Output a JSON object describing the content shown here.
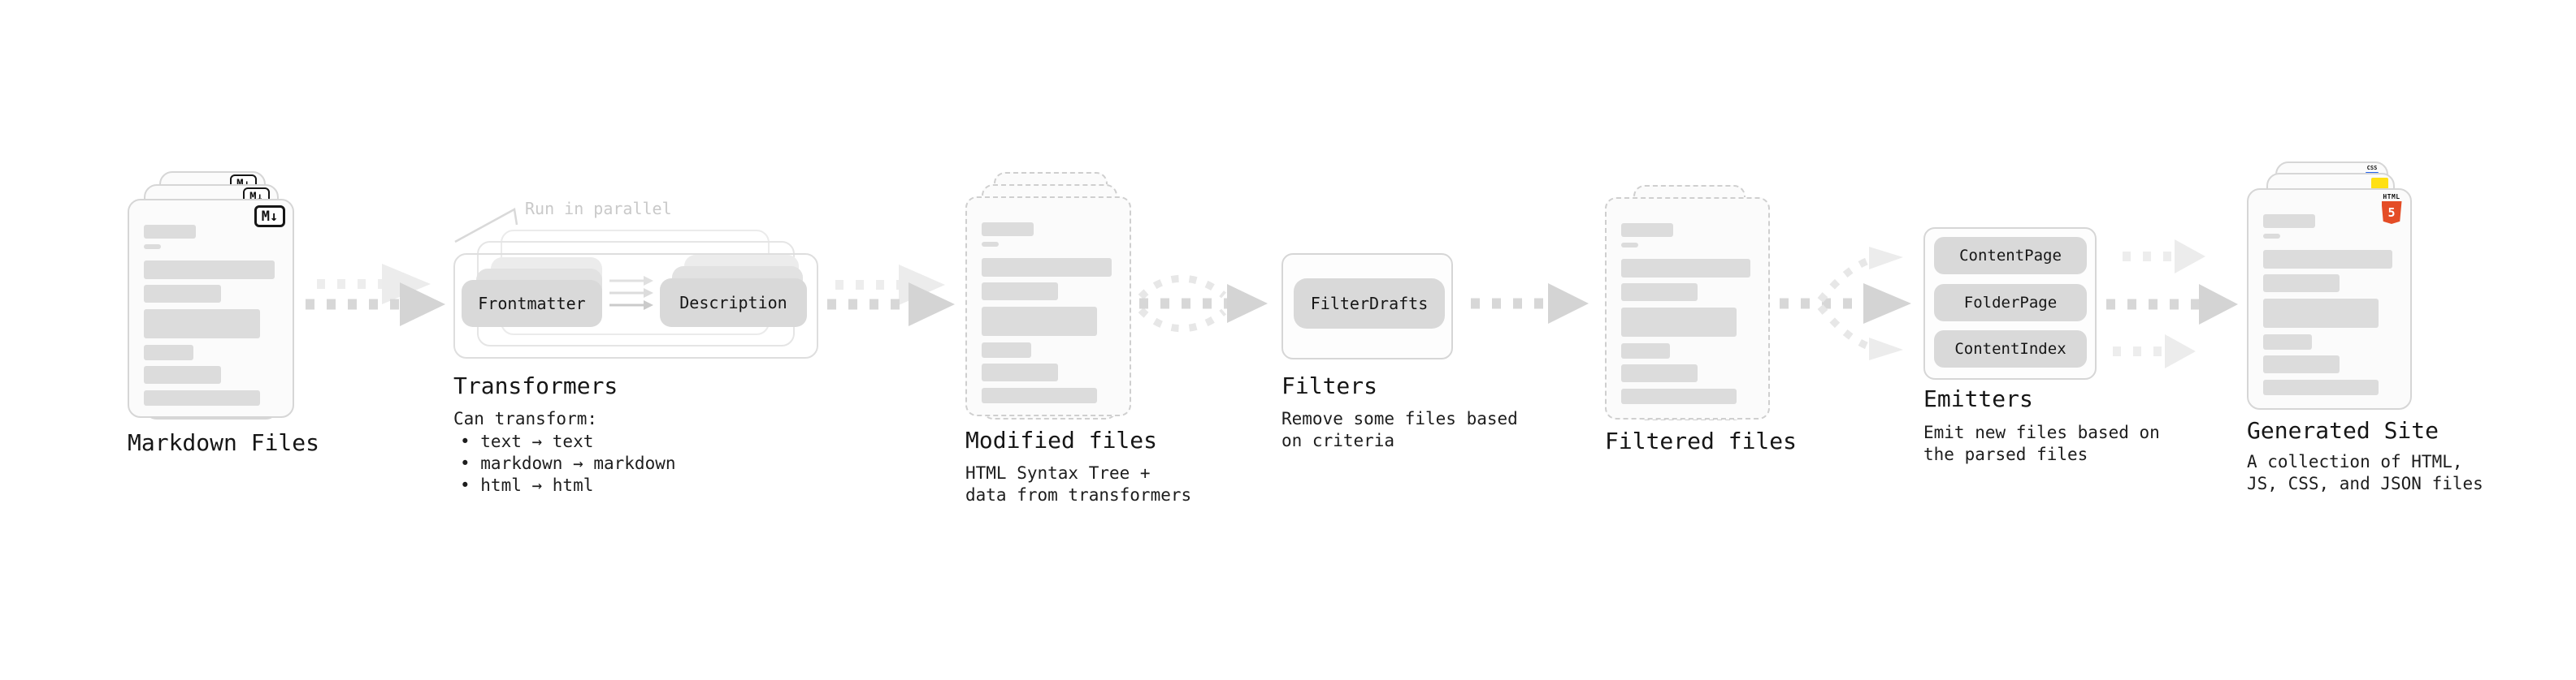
{
  "markdown": {
    "label": "Markdown Files",
    "badge": "M↓"
  },
  "transformers": {
    "label": "Transformers",
    "annotation": "Run in parallel",
    "pill_front": "Frontmatter",
    "pill_back": "Description",
    "caption_title": "Can transform:",
    "bullet_1": "• text → text",
    "bullet_2": "• markdown → markdown",
    "bullet_3": "• html → html"
  },
  "modified": {
    "label": "Modified files",
    "caption_1": "HTML Syntax Tree +",
    "caption_2": "data from transformers"
  },
  "filters": {
    "label": "Filters",
    "pill": "FilterDrafts",
    "caption_1": "Remove some files based",
    "caption_2": "on criteria"
  },
  "filtered": {
    "label": "Filtered files"
  },
  "emitters": {
    "label": "Emitters",
    "pill_1": "ContentPage",
    "pill_2": "FolderPage",
    "pill_3": "ContentIndex",
    "caption_1": "Emit new files based on",
    "caption_2": "the parsed files"
  },
  "generated": {
    "label": "Generated Site",
    "caption_1": "A collection of HTML,",
    "caption_2": "JS, CSS, and JSON files",
    "badge_html_word": "HTML",
    "badge_html_number": "5",
    "badge_css": "CSS"
  },
  "colors": {
    "html5_orange": "#e44d26",
    "js_yellow": "#ffe014",
    "css_blue": "#2563eb",
    "arrow_dark": "#d4d4d4",
    "arrow_light": "#ececec",
    "annotation_gray": "#c9c9c9"
  }
}
